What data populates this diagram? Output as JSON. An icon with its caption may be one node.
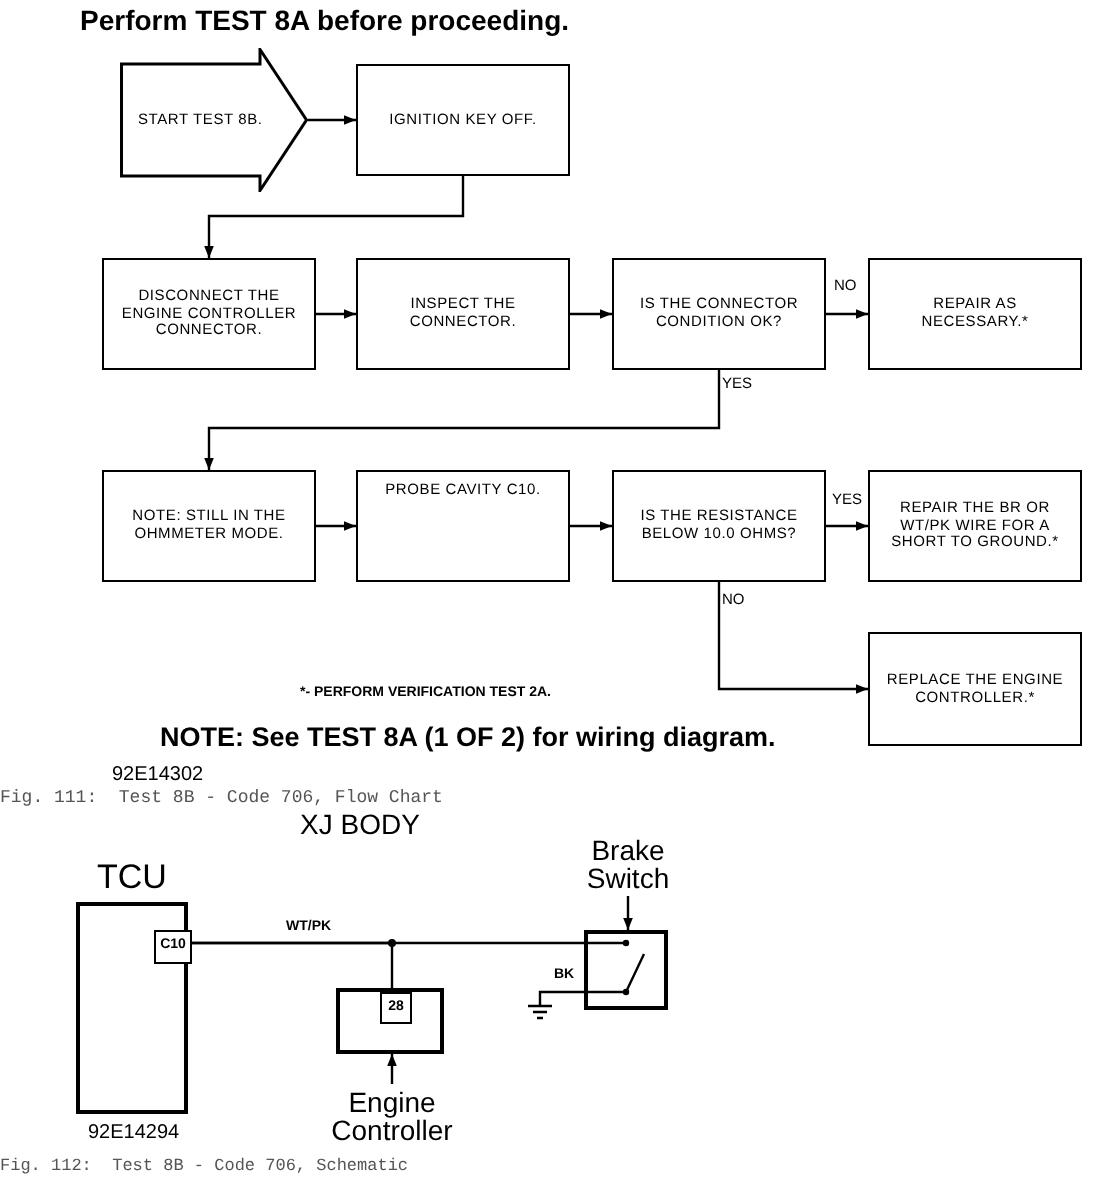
{
  "diagram": {
    "title": "Perform TEST 8A before proceeding.",
    "nodes": [
      {
        "text": [
          "START TEST 8B."
        ]
      },
      {
        "text": [
          "IGNITION KEY OFF."
        ]
      },
      {
        "text": [
          "DISCONNECT THE ENGINE CONTROLLER CONNECTOR."
        ]
      },
      {
        "text": [
          "INSPECT THE CONNECTOR."
        ]
      },
      {
        "text": [
          "IS THE CONNECTOR CONDITION OK?"
        ]
      },
      {
        "text": [
          "REPAIR AS NECESSARY.*"
        ]
      },
      {
        "text": [
          "NOTE: STILL IN THE OHMMETER MODE."
        ]
      },
      {
        "text": [
          "PROBE CAVITY C10."
        ]
      },
      {
        "text": [
          "IS THE RESISTANCE BELOW 10.0 OHMS?"
        ]
      },
      {
        "text": [
          "REPAIR THE BR OR WT/PK WIRE FOR A SHORT TO GROUND.*"
        ]
      },
      {
        "text": [
          "REPLACE THE ENGINE CONTROLLER.*"
        ]
      },
      {
        "text": [
          "TCU"
        ]
      },
      {
        "text": [
          "C10"
        ],
        "in": 11
      },
      {
        "text": [
          "Brake Switch"
        ]
      },
      {
        "text": [],
        "shape": "box"
      },
      {
        "text": [],
        "shape": "box"
      },
      {
        "text": [
          "28"
        ],
        "in": 15
      },
      {
        "text": [
          "Engine Controller"
        ]
      }
    ],
    "edges": [
      {
        "from": 0,
        "to": 1,
        "arrow": "to"
      },
      {
        "from": 1,
        "to": 2,
        "arrow": "to"
      },
      {
        "from": 2,
        "to": 3,
        "arrow": "to"
      },
      {
        "from": 3,
        "to": 4,
        "arrow": "to"
      },
      {
        "from": 4,
        "to": 5,
        "arrow": "to",
        "label": "NO"
      },
      {
        "from": 4,
        "to": 6,
        "arrow": "to",
        "label": "YES"
      },
      {
        "from": 6,
        "to": 7,
        "arrow": "to"
      },
      {
        "from": 7,
        "to": 8,
        "arrow": "to"
      },
      {
        "from": 8,
        "to": 9,
        "arrow": "to",
        "label": "YES"
      },
      {
        "from": 8,
        "to": 10,
        "arrow": "to",
        "label": "NO"
      },
      {
        "from": 12,
        "to": 14,
        "arrow": "none",
        "label": "WT/PK"
      },
      {
        "from": 12,
        "to": 16,
        "arrow": "none"
      },
      {
        "from": 14,
        "to": null,
        "arrow": "none",
        "label": "BK"
      },
      {
        "from": 13,
        "to": 14,
        "arrow": "to"
      },
      {
        "from": 17,
        "to": 15,
        "arrow": "to"
      }
    ],
    "labels": [
      "*- PERFORM VERIFICATION TEST 2A.",
      "NOTE: See TEST 8A (1 OF 2) for wiring diagram.",
      "92E14302",
      "Fig. 111:  Test 8B - Code 706, Flow Chart",
      "XJ BODY",
      "92E14294",
      "Fig. 112:  Test 8B - Code 706, Schematic"
    ]
  }
}
